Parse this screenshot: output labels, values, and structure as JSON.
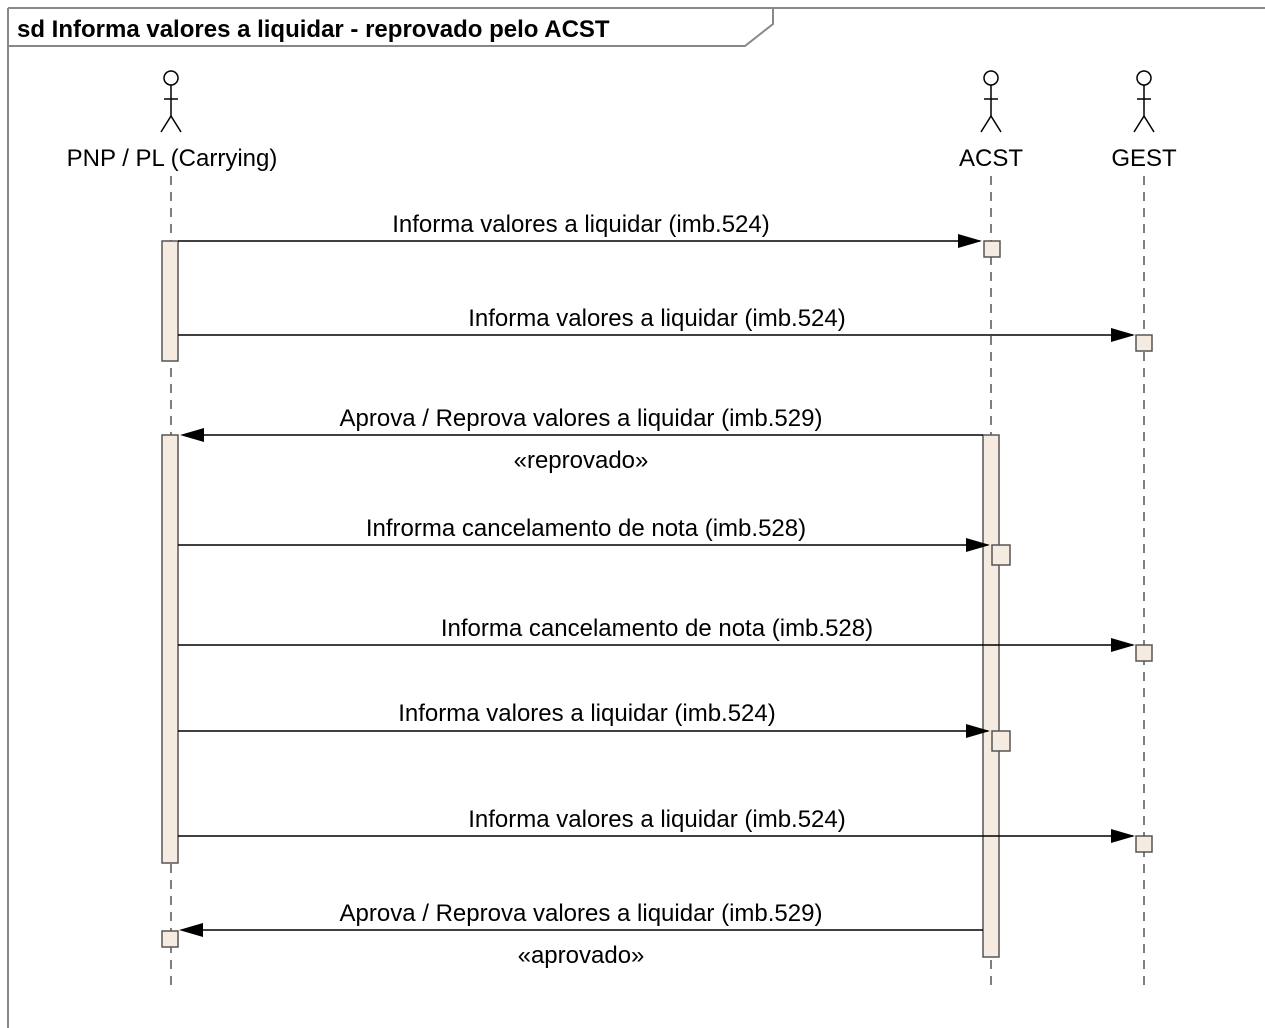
{
  "diagram": {
    "title": "sd Informa valores a liquidar - reprovado pelo ACST",
    "colors": {
      "line": "#000000",
      "frame": "#888888",
      "activation_fill": "#f6ebe0",
      "activation_stroke": "#555555"
    },
    "actors": [
      {
        "id": "pnp",
        "label": "PNP / PL (Carrying)"
      },
      {
        "id": "acst",
        "label": "ACST"
      },
      {
        "id": "gest",
        "label": "GEST"
      }
    ],
    "messages": [
      {
        "from": "pnp",
        "to": "acst",
        "label": "Informa valores a liquidar (imb.524)",
        "stereotype": ""
      },
      {
        "from": "pnp",
        "to": "gest",
        "label": "Informa valores a liquidar (imb.524)",
        "stereotype": ""
      },
      {
        "from": "acst",
        "to": "pnp",
        "label": "Aprova / Reprova valores a liquidar (imb.529)",
        "stereotype": "«reprovado»"
      },
      {
        "from": "pnp",
        "to": "acst",
        "label": "Infrorma cancelamento de nota (imb.528)",
        "stereotype": ""
      },
      {
        "from": "pnp",
        "to": "gest",
        "label": "Informa cancelamento de nota  (imb.528)",
        "stereotype": ""
      },
      {
        "from": "pnp",
        "to": "acst",
        "label": "Informa valores a liquidar (imb.524)",
        "stereotype": ""
      },
      {
        "from": "pnp",
        "to": "gest",
        "label": "Informa valores a liquidar (imb.524)",
        "stereotype": ""
      },
      {
        "from": "acst",
        "to": "pnp",
        "label": "Aprova / Reprova valores a liquidar (imb.529)",
        "stereotype": "«aprovado»"
      }
    ]
  }
}
